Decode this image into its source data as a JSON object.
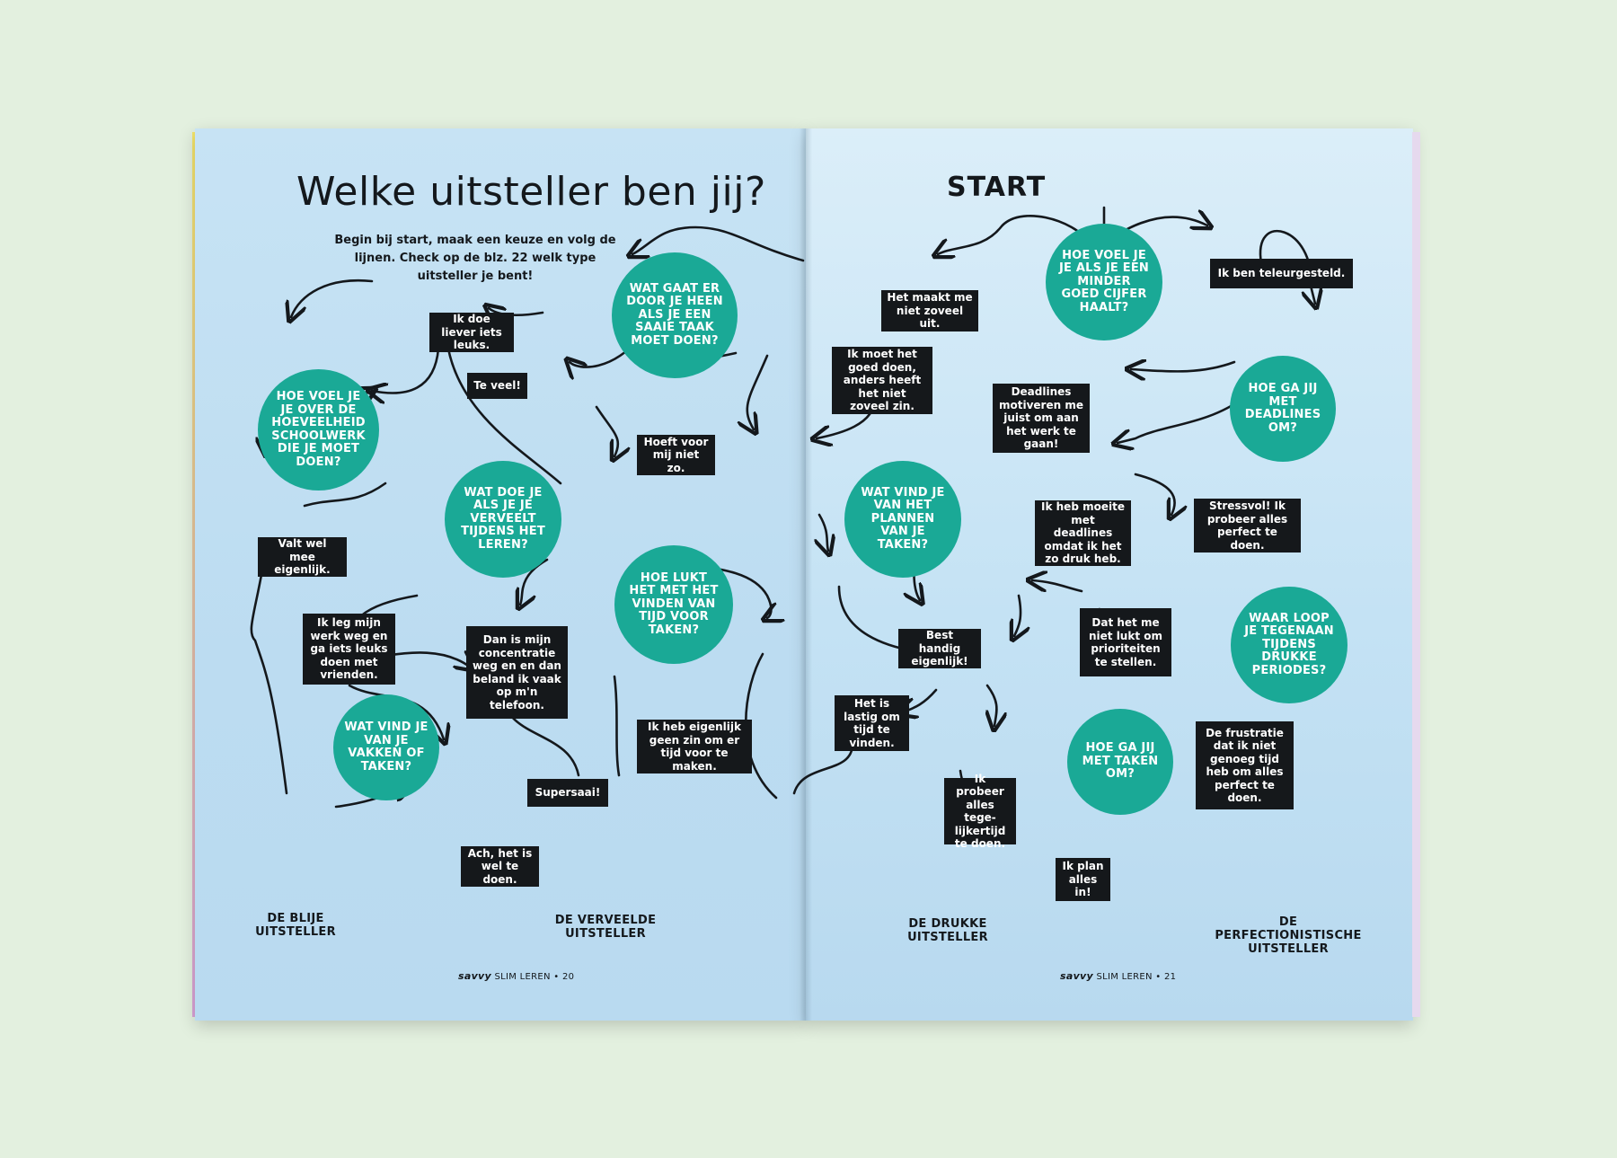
{
  "title": "Welke uitsteller ben jij?",
  "intro": "Begin bij start, maak een keuze en volg de lijnen. Check op de blz. 22 welk type uitsteller je bent!",
  "start_label": "START",
  "questions": [
    {
      "text": "HOE VOEL JE JE ALS JE EEN MINDER GOED CIJFER HAALT?"
    },
    {
      "text": "WAT GAAT ER DOOR JE HEEN ALS JE EEN SAAIE TAAK MOET DOEN?"
    },
    {
      "text": "HOE VOEL JE JE OVER DE HOEVEELHEID SCHOOLWERK DIE JE MOET DOEN?"
    },
    {
      "text": "WAT DOE JE ALS JE JE VERVEELT TIJDENS HET LEREN?"
    },
    {
      "text": "HOE LUKT HET MET HET VINDEN VAN TIJD VOOR TAKEN?"
    },
    {
      "text": "WAT VIND JE VAN JE VAKKEN OF TAKEN?"
    },
    {
      "text": "HOE GA JIJ MET DEADLINES OM?"
    },
    {
      "text": "WAT VIND JE VAN HET PLANNEN VAN JE TAKEN?"
    },
    {
      "text": "WAAR LOOP JE TEGENAAN TIJDENS DRUKKE PERIODES?"
    },
    {
      "text": "HOE GA JIJ MET TAKEN OM?"
    }
  ],
  "answers": [
    {
      "text": "Ik ben teleurgesteld."
    },
    {
      "text": "Het maakt me niet zoveel uit."
    },
    {
      "text": "Ik moet het goed doen, anders heeft het niet zoveel zin."
    },
    {
      "text": "Ik doe liever iets leuks."
    },
    {
      "text": "Te veel!"
    },
    {
      "text": "Hoeft voor mij niet zo."
    },
    {
      "text": "Valt wel mee eigenlijk."
    },
    {
      "text": "Ik leg mijn werk weg en ga iets leuks doen met vrienden."
    },
    {
      "text": "Dan is mijn concentratie weg en en dan beland ik vaak op m'n telefoon."
    },
    {
      "text": "Supersaai!"
    },
    {
      "text": "Ach, het is wel te doen."
    },
    {
      "text": "Ik heb eigenlijk geen zin om er tijd voor te maken."
    },
    {
      "text": "Het is lastig om tijd te vinden."
    },
    {
      "text": "Deadlines motiveren me juist om aan het werk te gaan!"
    },
    {
      "text": "Ik heb moeite met deadlines omdat ik het zo druk heb."
    },
    {
      "text": "Stressvol! Ik probeer alles perfect te doen."
    },
    {
      "text": "Best handig eigenlijk!"
    },
    {
      "text": "Dat het me niet lukt om prioriteiten te stellen."
    },
    {
      "text": "De frustratie dat ik niet genoeg tijd heb om alles perfect te doen."
    },
    {
      "text": "Ik probeer alles tege-lijkertijd te doen."
    },
    {
      "text": "Ik plan alles in!"
    }
  ],
  "results": [
    {
      "text": "DE BLIJE UITSTELLER"
    },
    {
      "text": "DE VERVEELDE UITSTELLER"
    },
    {
      "text": "DE DRUKKE UITSTELLER"
    },
    {
      "text": "DE PERFECTIONISTISCHE UITSTELLER"
    }
  ],
  "folio_left": {
    "brand": "savvy",
    "section": "SLIM LEREN",
    "page": "20"
  },
  "folio_right": {
    "brand": "savvy",
    "section": "SLIM LEREN",
    "page": "21"
  },
  "colors": {
    "circle": "#1aa996",
    "box": "#15181b",
    "ink": "#14181c",
    "page": "#c4e2f4"
  }
}
